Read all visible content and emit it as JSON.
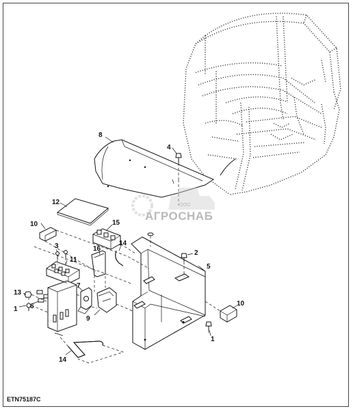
{
  "figure_code": "ETN75187C",
  "watermark": {
    "company_prefix": "ООО",
    "company_name": "АГРОСНАБ"
  },
  "callouts": {
    "c8": "8",
    "c4": "4",
    "c12": "12",
    "c15": "15",
    "c10a": "10",
    "c14a": "14",
    "c16": "16",
    "c3": "3",
    "c2": "2",
    "c11": "11",
    "c5": "5",
    "c7": "7",
    "c13": "13",
    "c9": "9",
    "c6": "6",
    "c1a": "1",
    "c10b": "10",
    "c1b": "1",
    "c14b": "14"
  }
}
